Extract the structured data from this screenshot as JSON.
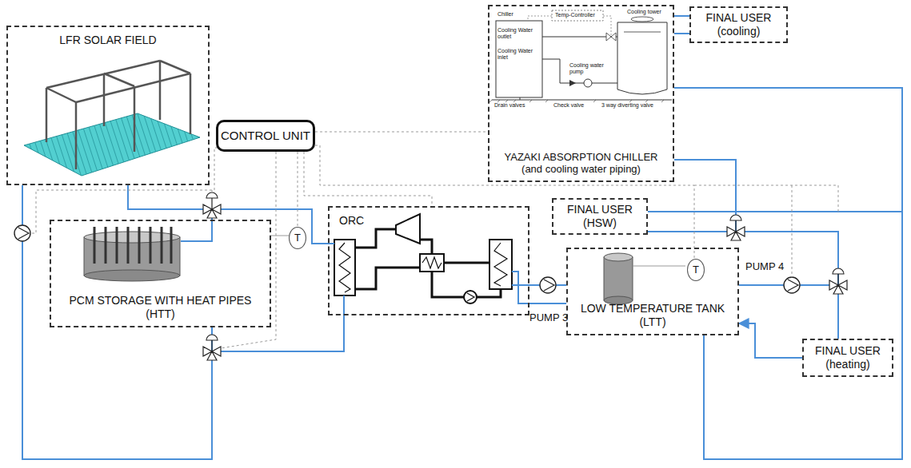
{
  "diagram": {
    "nodes": [
      {
        "text": [
          "LFR SOLAR FIELD"
        ]
      },
      {
        "text": [
          "CONTROL UNIT"
        ]
      },
      {
        "text": [
          "YAZAKI ABSORPTION CHILLER (and cooling water piping)"
        ]
      },
      {
        "text": [
          "FINAL USER (cooling)"
        ]
      },
      {
        "text": [
          "ORC"
        ]
      },
      {
        "text": [
          "FINAL USER (HSW)"
        ]
      },
      {
        "text": [
          "T"
        ]
      },
      {
        "text": [
          "PCM STORAGE WITH HEAT PIPES (HTT)"
        ]
      },
      {
        "text": [
          "LOW TEMPERATURE TANK (LTT)"
        ]
      },
      {
        "text": [
          "T"
        ],
        "in": 8
      },
      {
        "text": [
          "FINAL USER (heating)"
        ]
      }
    ],
    "edges": [
      {
        "from": 0,
        "to": 4,
        "arrow": "none"
      },
      {
        "from": 0,
        "to": 7,
        "arrow": "none"
      },
      {
        "from": 7,
        "to": 4,
        "arrow": "none"
      },
      {
        "from": 4,
        "to": 0,
        "arrow": "none"
      },
      {
        "from": 7,
        "to": 0,
        "arrow": "none"
      },
      {
        "from": 4,
        "to": 8,
        "arrow": "none"
      },
      {
        "from": 8,
        "to": 4,
        "arrow": "none"
      },
      {
        "from": 8,
        "to": 2,
        "arrow": "none"
      },
      {
        "from": 8,
        "to": 5,
        "arrow": "none"
      },
      {
        "from": 8,
        "to": 10,
        "arrow": "none"
      },
      {
        "from": 10,
        "to": 8,
        "arrow": "to"
      },
      {
        "from": 2,
        "to": 8,
        "arrow": "none"
      },
      {
        "from": 5,
        "to": 8,
        "arrow": "none"
      },
      {
        "from": 2,
        "to": 3,
        "arrow": "none"
      },
      {
        "from": 3,
        "to": 2,
        "arrow": "none"
      },
      {
        "from": 1,
        "to": 2,
        "arrow": "none"
      },
      {
        "from": 1,
        "to": 4,
        "arrow": "none"
      },
      {
        "from": 1,
        "to": 6,
        "arrow": "none"
      },
      {
        "from": 1,
        "to": 9,
        "arrow": "none"
      },
      {
        "from": 6,
        "to": 7,
        "arrow": "none"
      }
    ],
    "labels": [
      "Chiller",
      "Cooling Water outlet",
      "Cooling Water inlet",
      "Temp-Controller",
      "Cooling tower",
      "Cooling water pump",
      "Drain valves",
      "Check valve",
      "3 way diverting valve",
      "PUMP 3",
      "PUMP 4"
    ]
  }
}
